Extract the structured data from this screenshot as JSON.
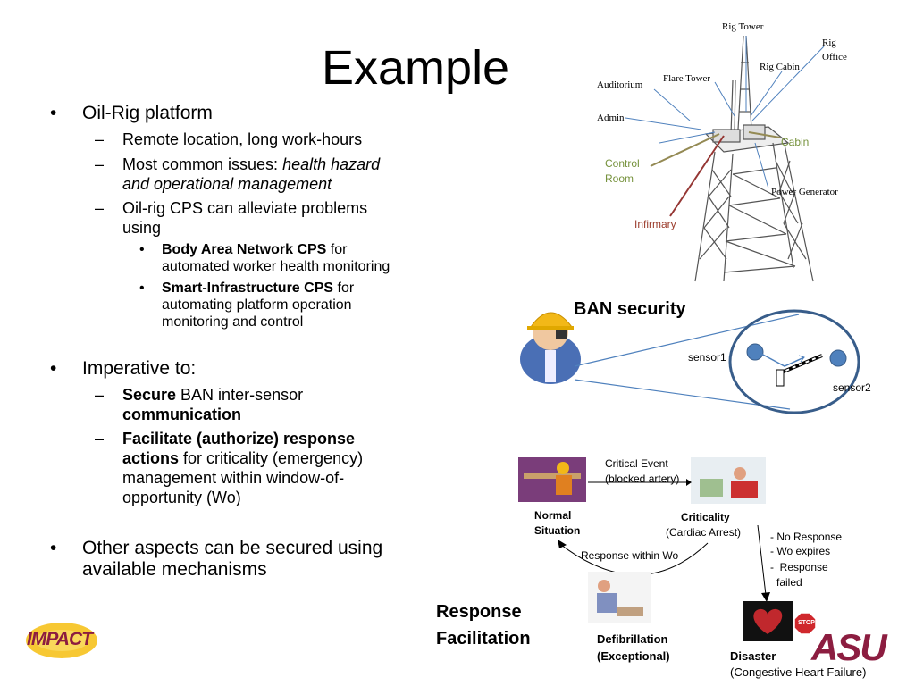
{
  "title": "Example",
  "bullets": {
    "b1": "Oil-Rig platform",
    "b1_sub1": "Remote location, long work-hours",
    "b1_sub2_plain": "Most common issues: ",
    "b1_sub2_italic_a": "health hazard",
    "b1_sub2_italic_b": "and operational management",
    "b1_sub3_a": "Oil-rig CPS can alleviate problems",
    "b1_sub3_b": "using",
    "b1_sub3_i1_bold": "Body Area Network CPS",
    "b1_sub3_i1_rest_a": " for",
    "b1_sub3_i1_rest_b": "automated worker health monitoring",
    "b1_sub3_i2_bold": "Smart-Infrastructure CPS",
    "b1_sub3_i2_rest_a": " for",
    "b1_sub3_i2_rest_b": "automating platform operation",
    "b1_sub3_i2_rest_c": "monitoring and control",
    "b2": "Imperative to:",
    "b2_sub1_bold": "Secure",
    "b2_sub1_plain": " BAN inter-sensor",
    "b2_sub1_bold2": "communication",
    "b2_sub2_bold_a": "Facilitate (authorize) response",
    "b2_sub2_bold_b": "actions",
    "b2_sub2_rest_a": " for criticality (emergency)",
    "b2_sub2_rest_b": "management within window-of-",
    "b2_sub2_rest_c": "opportunity (Wo)",
    "b3_a": "Other aspects can be secured using",
    "b3_b": "available mechanisms"
  },
  "rig_labels": {
    "rig_tower": "Rig Tower",
    "rig_office_a": "Rig",
    "rig_office_b": "Office",
    "rig_cabin": "Rig Cabin",
    "flare_tower": "Flare Tower",
    "auditorium": "Auditorium",
    "admin": "Admin",
    "cabin": "Cabin",
    "control_room_a": "Control",
    "control_room_b": "Room",
    "power_generator": "Power Generator",
    "infirmary": "Infirmary"
  },
  "ban": {
    "heading": "BAN security",
    "sensor1": "sensor1",
    "sensor2": "sensor2"
  },
  "flow": {
    "critical_event_a": "Critical Event",
    "critical_event_b": "(blocked artery)",
    "normal_a": "Normal",
    "normal_b": "Situation",
    "criticality": "Criticality",
    "cardiac": "(Cardiac Arrest)",
    "response_within": "Response within Wo",
    "no_response_1": "- No Response",
    "no_response_2": "- Wo expires",
    "no_response_3": "-  Response",
    "no_response_4": "failed",
    "response_fac_a": "Response",
    "response_fac_b": "Facilitation",
    "defib_a": "Defibrillation",
    "defib_b": "(Exceptional)",
    "disaster": "Disaster",
    "chf": "(Congestive Heart Failure)",
    "stop": "STOP"
  },
  "logos": {
    "impact": "IMPACT",
    "asu": "ASU"
  },
  "colors": {
    "line_blue": "#4f81bd",
    "olive": "#948a54",
    "dark_red": "#953734",
    "ellipse": "#385d8a"
  }
}
